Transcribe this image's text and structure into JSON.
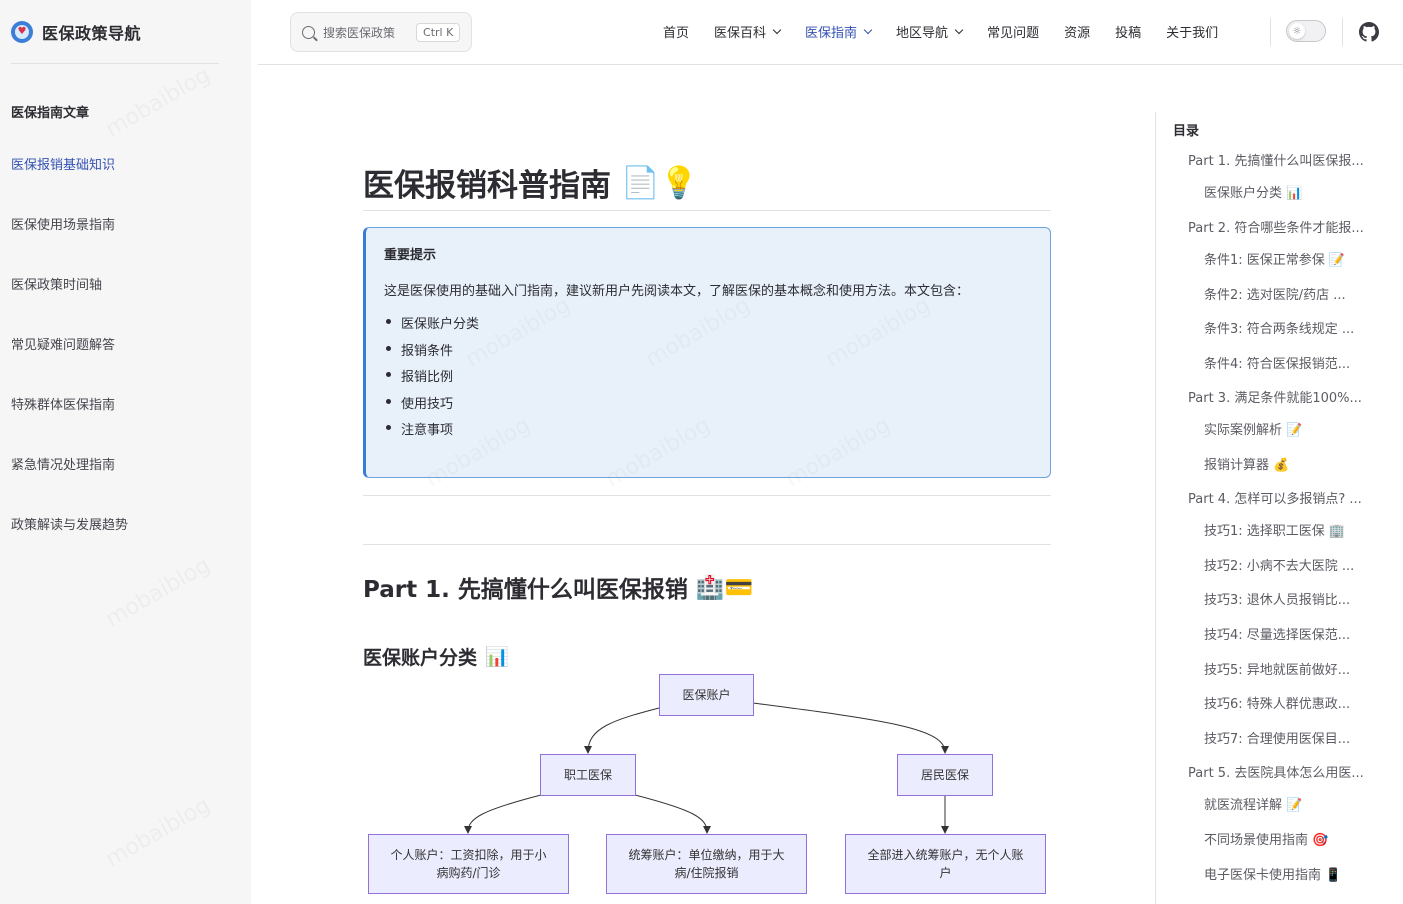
{
  "sidebar": {
    "brand_title": "医保政策导航",
    "logo_icon": "heart-shield-logo",
    "section_heading": "医保指南文章",
    "items": [
      {
        "label": "医保报销基础知识",
        "active": true
      },
      {
        "label": "医保使用场景指南",
        "active": false
      },
      {
        "label": "医保政策时间轴",
        "active": false
      },
      {
        "label": "常见疑难问题解答",
        "active": false
      },
      {
        "label": "特殊群体医保指南",
        "active": false
      },
      {
        "label": "紧急情况处理指南",
        "active": false
      },
      {
        "label": "政策解读与发展趋势",
        "active": false
      }
    ]
  },
  "topbar": {
    "search_placeholder": "搜索医保政策",
    "search_shortcut": "Ctrl K",
    "nav": [
      {
        "label": "首页",
        "dropdown": false,
        "active": false
      },
      {
        "label": "医保百科",
        "dropdown": true,
        "active": false
      },
      {
        "label": "医保指南",
        "dropdown": true,
        "active": true
      },
      {
        "label": "地区导航",
        "dropdown": true,
        "active": false
      },
      {
        "label": "常见问题",
        "dropdown": false,
        "active": false
      },
      {
        "label": "资源",
        "dropdown": false,
        "active": false
      },
      {
        "label": "投稿",
        "dropdown": false,
        "active": false
      },
      {
        "label": "关于我们",
        "dropdown": false,
        "active": false
      }
    ],
    "theme_toggle_icon": "sun-icon",
    "github_icon": "github-icon"
  },
  "article": {
    "title": "医保报销科普指南",
    "title_emoji": "📄💡",
    "tip": {
      "title": "重要提示",
      "body": "这是医保使用的基础入门指南，建议新用户先阅读本文，了解医保的基本概念和使用方法。本文包含：",
      "items": [
        "医保账户分类",
        "报销条件",
        "报销比例",
        "使用技巧",
        "注意事项"
      ]
    },
    "part1_title": "Part 1. 先搞懂什么叫医保报销",
    "part1_emoji": "🏥💳",
    "section_title": "医保账户分类",
    "section_emoji": "📊",
    "diagram": {
      "root": "医保账户",
      "level2": [
        "职工医保",
        "居民医保"
      ],
      "level3": [
        "个人账户：工资扣除，用于小病购药/门诊",
        "统筹账户：单位缴纳，用于大病/住院报销",
        "全部进入统筹账户，无个人账户"
      ]
    }
  },
  "toc": {
    "title": "目录",
    "items": [
      {
        "label": "Part 1. 先搞懂什么叫医保报...",
        "level": 1
      },
      {
        "label": "医保账户分类 📊",
        "level": 2
      },
      {
        "label": "Part 2. 符合哪些条件才能报...",
        "level": 1
      },
      {
        "label": "条件1: 医保正常参保 📝",
        "level": 2
      },
      {
        "label": "条件2: 选对医院/药店 ...",
        "level": 2
      },
      {
        "label": "条件3: 符合两条线规定 ...",
        "level": 2
      },
      {
        "label": "条件4: 符合医保报销范...",
        "level": 2
      },
      {
        "label": "Part 3. 满足条件就能100%...",
        "level": 1
      },
      {
        "label": "实际案例解析 📝",
        "level": 2
      },
      {
        "label": "报销计算器 💰",
        "level": 2
      },
      {
        "label": "Part 4. 怎样可以多报销点? ...",
        "level": 1
      },
      {
        "label": "技巧1: 选择职工医保 🏢",
        "level": 2
      },
      {
        "label": "技巧2: 小病不去大医院 ...",
        "level": 2
      },
      {
        "label": "技巧3: 退休人员报销比...",
        "level": 2
      },
      {
        "label": "技巧4: 尽量选择医保范...",
        "level": 2
      },
      {
        "label": "技巧5: 异地就医前做好...",
        "level": 2
      },
      {
        "label": "技巧6: 特殊人群优惠政...",
        "level": 2
      },
      {
        "label": "技巧7: 合理使用医保目...",
        "level": 2
      },
      {
        "label": "Part 5. 去医院具体怎么用医...",
        "level": 1
      },
      {
        "label": "就医流程详解 📝",
        "level": 2
      },
      {
        "label": "不同场景使用指南 🎯",
        "level": 2
      },
      {
        "label": "电子医保卡使用指南 📱",
        "level": 2
      }
    ]
  },
  "watermark": "mobaiblog"
}
